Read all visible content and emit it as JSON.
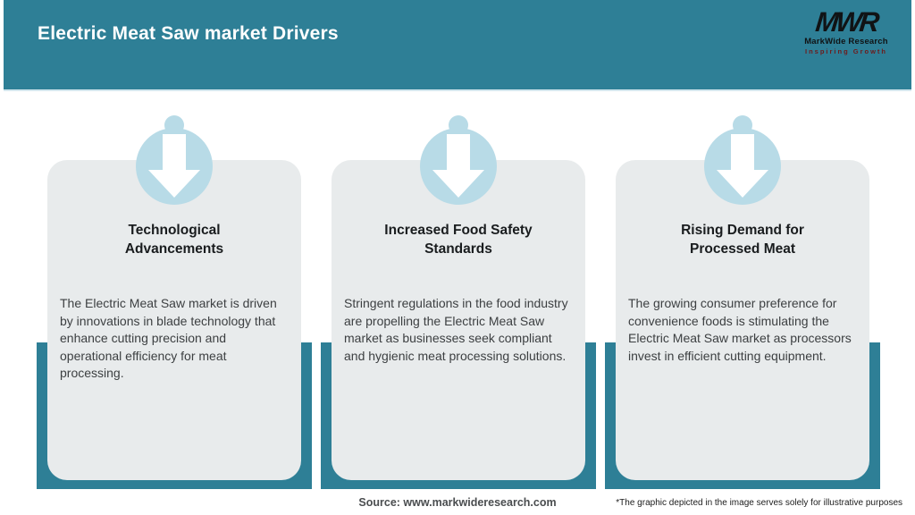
{
  "header": {
    "title": "Electric Meat Saw market Drivers",
    "logo": {
      "monogram": "MWR",
      "name": "MarkWide Research",
      "tagline": "Inspiring Growth"
    }
  },
  "cards": [
    {
      "icon": "down-arrow-icon",
      "title": "Technological Advancements",
      "body": "The Electric Meat Saw market is driven by innovations in blade technology that enhance cutting precision and operational efficiency for meat processing."
    },
    {
      "icon": "down-arrow-icon",
      "title": "Increased Food Safety Standards",
      "body": "Stringent regulations in the food industry are propelling the Electric Meat Saw market as businesses seek compliant and hygienic meat processing solutions."
    },
    {
      "icon": "down-arrow-icon",
      "title": "Rising Demand for Processed Meat",
      "body": "The growing consumer preference for convenience foods is stimulating the Electric Meat Saw market as processors invest in efficient cutting equipment."
    }
  ],
  "footer": {
    "source": "Source: www.markwideresearch.com",
    "disclaimer": "*The graphic depicted in the image serves solely for illustrative purposes"
  },
  "colors": {
    "teal": "#2e7f96",
    "circle_blue": "#b8dbe7",
    "card_gray": "#e8ebec",
    "tagline_red": "#6e1b1b"
  }
}
